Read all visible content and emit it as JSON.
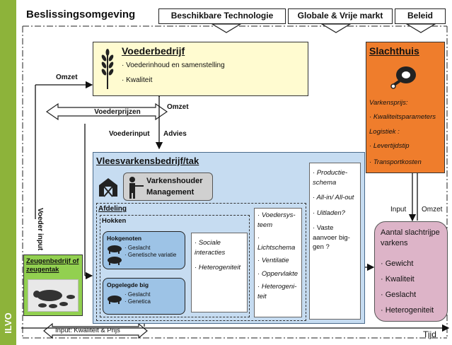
{
  "sidebar": {
    "label": "ILVO"
  },
  "title": "Beslissingsomgeving",
  "top_boxes": [
    "Beschikbare Technologie",
    "Globale & Vrije markt",
    "Beleid"
  ],
  "voederbedrijf": {
    "title": "Voederbedrijf",
    "items": [
      "Voederinhoud en samenstelling",
      "Kwaliteit"
    ]
  },
  "slachthuis": {
    "title": "Slachthuis",
    "lines": [
      "Varkensprijs:",
      "Kwaliteitsparameters",
      "Logistiek :",
      "Levertijdstip",
      "Transportkosten"
    ]
  },
  "flow_labels": {
    "omzet_left": "Omzet",
    "voederprijzen": "Voederprijzen",
    "omzet_mid": "Omzet",
    "voederinput": "Voederinput",
    "advies": "Advies",
    "voeder_input_vertical": "Voeder input",
    "input_right": "Input",
    "omzet_right": "Omzet",
    "bottom_input": "Input: Kwaliteit & Prijs",
    "tijd": "Tijd"
  },
  "vleesvarken": {
    "title": "Vleesvarkensbedrijf/tak",
    "management": [
      "Varkenshouder",
      "Management"
    ],
    "afdeling": "Afdeling",
    "hokken": "Hokken",
    "hokgenoten": {
      "title": "Hokgenoten",
      "items": [
        "Geslacht",
        "Genetische variatie"
      ]
    },
    "opgelegde_big": {
      "title": "Opgelegde big",
      "items": [
        "Geslacht",
        "Genetica"
      ]
    },
    "sociale": [
      "Sociale interacties",
      "Heterogeniteit"
    ],
    "voeder_list": [
      "Voedersys-teem",
      "Lichtschema",
      "Ventilatie",
      "Oppervlakte",
      "Heterogeni-teit"
    ],
    "productie": [
      "Productie-schema",
      "All-in/ All-out",
      "Uitladen?",
      "Vaste aanvoer big-gen ?"
    ]
  },
  "zeugenbedrijf": {
    "title": "Zeugenbedrijf of zeugentak"
  },
  "slachtrijpe": {
    "title": "Aantal slachtrijpe varkens",
    "items": [
      "Gewicht",
      "Kwaliteit",
      "Geslacht",
      "Heterogeniteit"
    ]
  },
  "colors": {
    "green": "#8db33a",
    "feed_yellow": "#fffbd0",
    "slaughter_orange": "#ef7d2c",
    "farm_blue": "#c6dcf1",
    "inner_blue": "#9dc3e6",
    "pink": "#ddb4c8",
    "management_gray": "#d0d0d0"
  }
}
